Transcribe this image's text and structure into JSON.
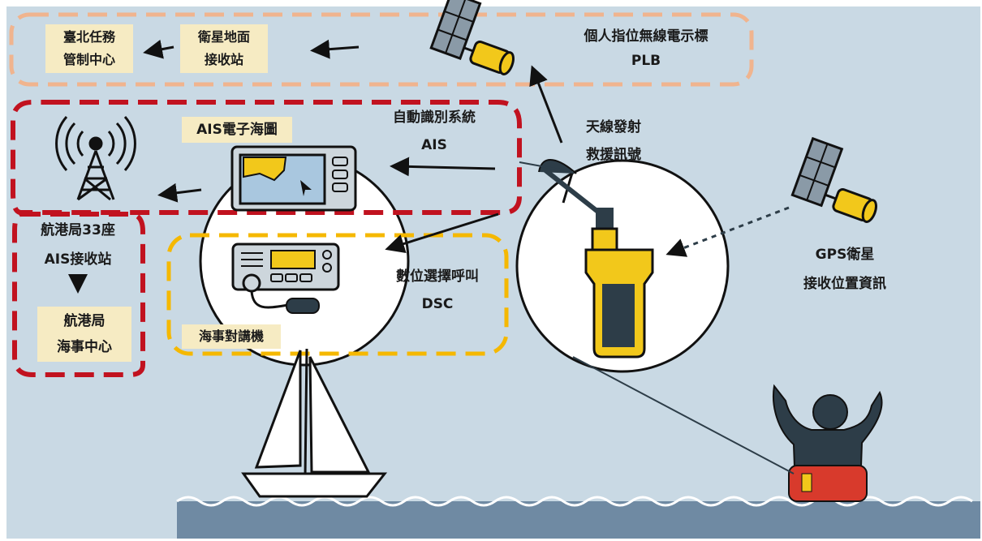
{
  "colors": {
    "background": "#c9d9e4",
    "sea": "#6f8aa3",
    "pink_frame": "#f0b48e",
    "red_frame": "#c1121f",
    "yellow_frame": "#f5b800",
    "label_bg": "#f6ebc3",
    "beacon_yellow": "#f2c81b",
    "life_vest": "#d83a2c",
    "person": "#2d3d48"
  },
  "labels": {
    "taipei_mcc": [
      "臺北任務",
      "管制中心"
    ],
    "ground_station": [
      "衛星地面",
      "接收站"
    ],
    "plb": [
      "個人指位無線電示標",
      "PLB"
    ],
    "ais_system": [
      "自動識別系統",
      "AIS"
    ],
    "ais_chart": "AIS電子海圖",
    "antenna": [
      "天線發射",
      "救援訊號"
    ],
    "mpb_stations": [
      "航港局33座",
      "AIS接收站"
    ],
    "mpb_center": [
      "航港局",
      "海事中心"
    ],
    "dsc": [
      "數位選擇呼叫",
      "DSC"
    ],
    "marine_radio": "海事對講機",
    "gps": [
      "GPS衛星",
      "接收位置資訊"
    ]
  },
  "icons": [
    "satellite-icon",
    "radio-tower-icon",
    "chart-plotter-icon",
    "vhf-radio-icon",
    "plb-beacon-icon",
    "sailboat-icon",
    "person-in-water-icon"
  ]
}
